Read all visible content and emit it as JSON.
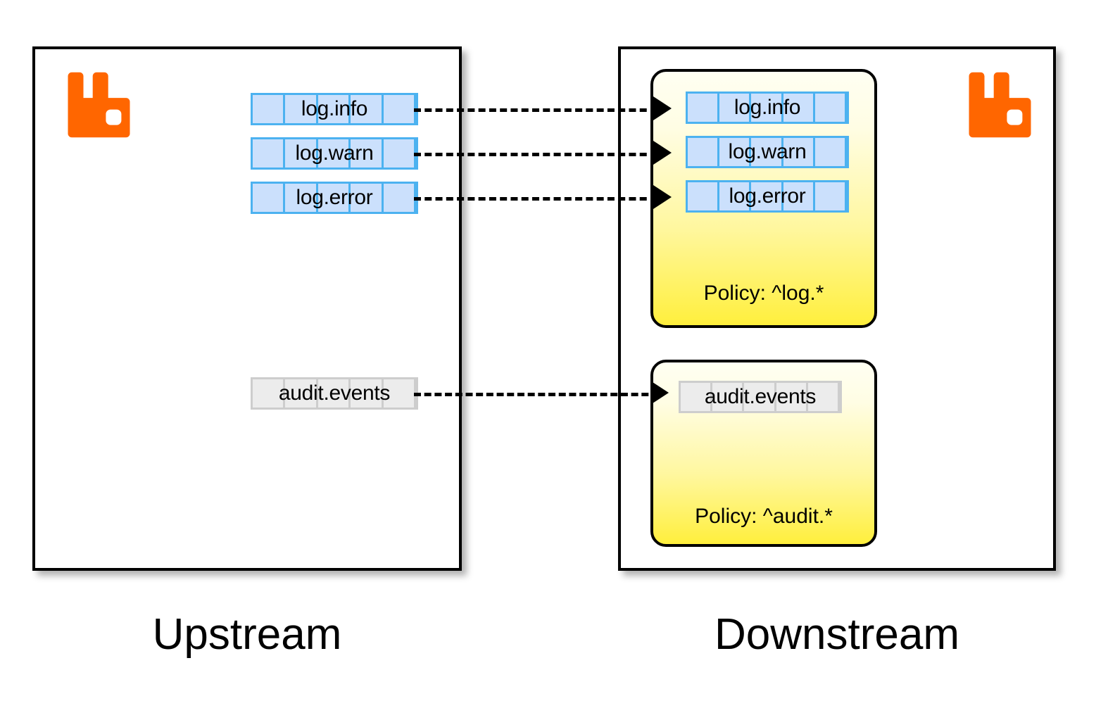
{
  "diagram": {
    "title": "RabbitMQ federation / shovel policy diagram",
    "colors": {
      "logo_orange": "#ff6600",
      "queue_blue_fill": "#cbe0fc",
      "queue_blue_border": "#4cb2f0",
      "queue_gray_fill": "#ececec",
      "queue_gray_border": "#cdcdcd",
      "policy_yellow": "#ffef3d",
      "link_black": "#000000",
      "broker_border": "#000000"
    }
  },
  "upstream": {
    "caption": "Upstream",
    "logo": "rabbitmq-logo",
    "queues": [
      {
        "name": "log.info",
        "style": "blue",
        "segments": 5
      },
      {
        "name": "log.warn",
        "style": "blue",
        "segments": 5
      },
      {
        "name": "log.error",
        "style": "blue",
        "segments": 5
      },
      {
        "name": "audit.events",
        "style": "gray",
        "segments": 5
      }
    ]
  },
  "downstream": {
    "caption": "Downstream",
    "logo": "rabbitmq-logo",
    "policy_groups": [
      {
        "label": "Policy: ^log.*",
        "pattern": "^log.*",
        "queues": [
          {
            "name": "log.info",
            "style": "blue",
            "segments": 5
          },
          {
            "name": "log.warn",
            "style": "blue",
            "segments": 5
          },
          {
            "name": "log.error",
            "style": "blue",
            "segments": 5
          }
        ]
      },
      {
        "label": "Policy: ^audit.*",
        "pattern": "^audit.*",
        "queues": [
          {
            "name": "audit.events",
            "style": "gray",
            "segments": 5
          }
        ]
      }
    ]
  },
  "links": [
    {
      "from": "log.info",
      "to": "log.info",
      "style": "dotted-arrow"
    },
    {
      "from": "log.warn",
      "to": "log.warn",
      "style": "dotted-arrow"
    },
    {
      "from": "log.error",
      "to": "log.error",
      "style": "dotted-arrow"
    },
    {
      "from": "audit.events",
      "to": "audit.events",
      "style": "dotted-arrow"
    }
  ]
}
